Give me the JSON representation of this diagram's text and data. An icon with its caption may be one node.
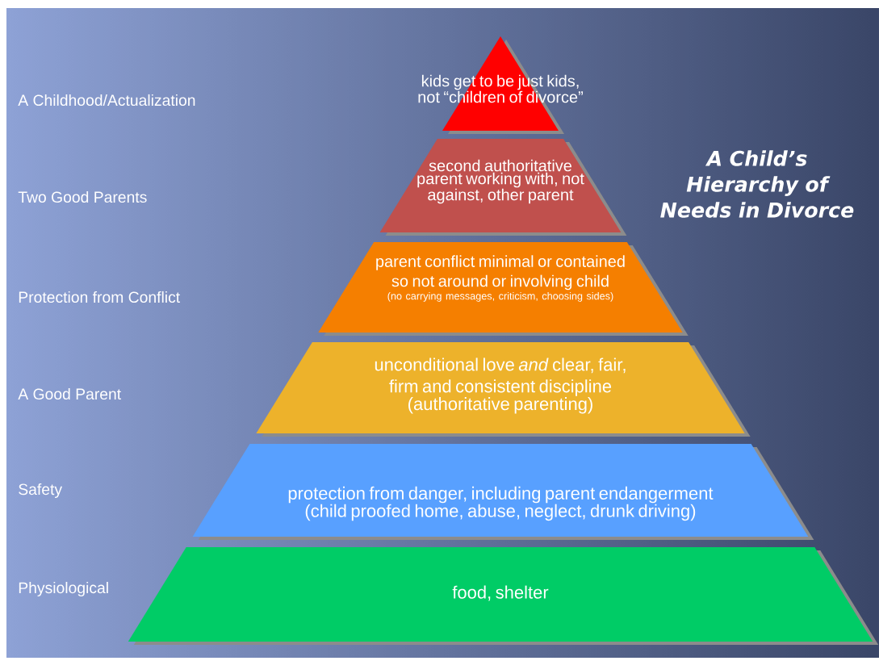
{
  "diagram": {
    "title": "A Child’s Hierarchy of Needs in Divorce",
    "nodes": [
      {
        "text": [
          "kids get to be just kids, not “children of divorce”"
        ]
      },
      {
        "text": [
          "second authoritative parent working with, not against, other parent"
        ]
      },
      {
        "text": [
          "parent conflict minimal or contained so not around or involving child",
          "(no carrying messages, criticism, choosing sides)"
        ]
      },
      {
        "text": [
          "unconditional love *and* clear, fair, firm and consistent discipline",
          "(authoritative parenting)"
        ]
      },
      {
        "text": [
          "protection from danger, including parent endangerment",
          "(child proofed home, abuse, neglect, drunk driving)"
        ]
      },
      {
        "text": [
          "food, shelter"
        ]
      }
    ],
    "labels": [
      "A Childhood/Actualization",
      "Two Good Parents",
      "Protection from Conflict",
      "A Good Parent",
      "Safety",
      "Physiological"
    ]
  }
}
